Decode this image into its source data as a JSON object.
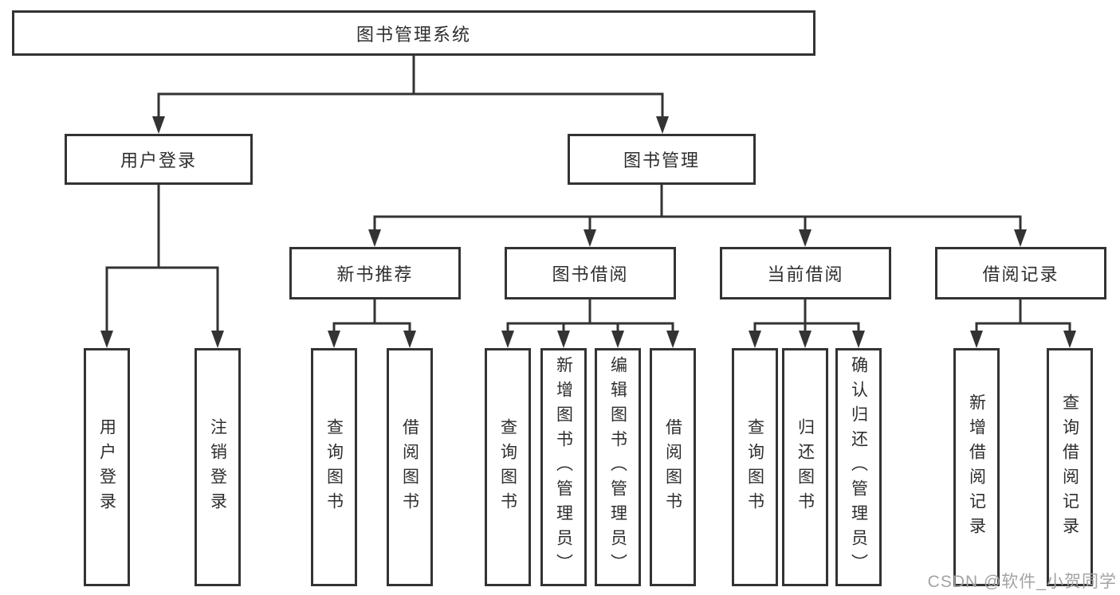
{
  "tree": {
    "root": "图书管理系统",
    "children": [
      {
        "label": "用户登录",
        "children": [
          "用户登录",
          "注销登录"
        ]
      },
      {
        "label": "图书管理",
        "children": [
          {
            "label": "新书推荐",
            "children": [
              "查询图书",
              "借阅图书"
            ]
          },
          {
            "label": "图书借阅",
            "children": [
              "查询图书",
              "新增图书（管理员）",
              "编辑图书（管理员）",
              "借阅图书"
            ]
          },
          {
            "label": "当前借阅",
            "children": [
              "查询图书",
              "归还图书",
              "确认归还（管理员）"
            ]
          },
          {
            "label": "借阅记录",
            "children": [
              "新增借阅记录",
              "查询借阅记录"
            ]
          }
        ]
      }
    ]
  },
  "watermark": {
    "text": "CSDN @软件_小贺同学"
  },
  "style": {
    "line_color": "#333333",
    "box_border_color": "#333333",
    "text_color": "#2e2e2e",
    "watermark_color": "#a3a3a3",
    "background_color": "#ffffff"
  }
}
